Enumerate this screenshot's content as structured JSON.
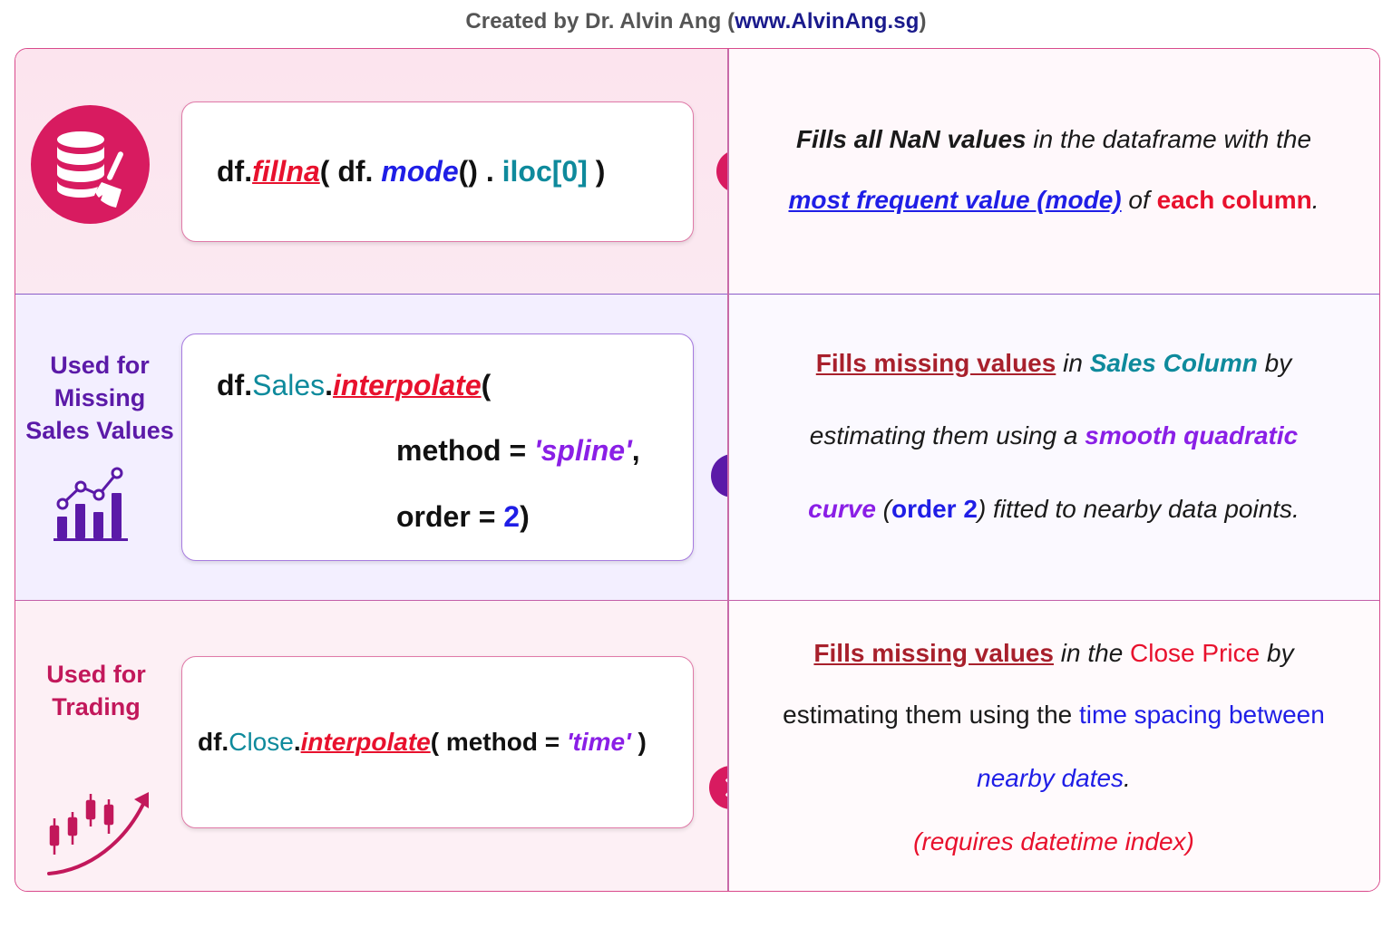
{
  "header": {
    "prefix": "Created by Dr. Alvin Ang (",
    "url": "www.AlvinAng.sg",
    "suffix": ")"
  },
  "colors": {
    "pink_accent": "#d81b60",
    "purple_accent": "#5b1aa8",
    "method_red": "#e8112d",
    "keyword_blue": "#1f1ee6",
    "column_teal": "#0e8a9c",
    "string_purple": "#8a1fe6"
  },
  "row1": {
    "icon": "database-broom-icon",
    "code": {
      "p1": "df.",
      "method": "fillna",
      "p2": "( df. ",
      "mode": "mode",
      "p3": "() . ",
      "iloc": "iloc[0]",
      "p4": " )"
    },
    "arrow_icon": "chevron-right-icon",
    "desc": {
      "l1_bold": "Fills all NaN values",
      "l1_rest": " in the dataframe with the",
      "l2_link": "most frequent value (mode)",
      "l2_of": " of ",
      "l2_red": "each column",
      "l2_end": "."
    }
  },
  "row2": {
    "label": [
      "Used for",
      "Missing",
      "Sales Values"
    ],
    "icon": "bar-line-chart-icon",
    "code": {
      "p1": "df.",
      "col": "Sales",
      "dot": ".",
      "method": "interpolate",
      "paren": "(",
      "m_key": "method = ",
      "m_val": "'spline'",
      "m_comma": ",",
      "o_key": "order = ",
      "o_val": "2",
      "o_end": ")"
    },
    "arrow_icon": "chevron-right-icon",
    "desc": {
      "l1_a": "Fills missing values",
      "l1_b": " in ",
      "l1_c": "Sales Column",
      "l1_d": " by",
      "l2_a": "estimating them using a ",
      "l2_b": "smooth quadratic",
      "l3_a": "curve",
      "l3_b": " (",
      "l3_c": "order 2",
      "l3_d": ") fitted to nearby data points."
    }
  },
  "row3": {
    "label": [
      "Used for",
      "Trading"
    ],
    "icon": "candlestick-trend-icon",
    "code": {
      "p1": "df.",
      "col": "Close",
      "dot": ".",
      "method": "interpolate",
      "p2": "( method = ",
      "val": "'time'",
      "p3": " )"
    },
    "arrow_icon": "chevron-right-icon",
    "desc": {
      "l1_a": "Fills missing values",
      "l1_b": " in the ",
      "l1_c": "Close Price",
      "l1_d": " by",
      "l2_a": "estimating them using the ",
      "l2_b": "time spacing between",
      "l3": "nearby dates",
      "l3_end": ".",
      "l4": "(requires datetime index)"
    }
  }
}
